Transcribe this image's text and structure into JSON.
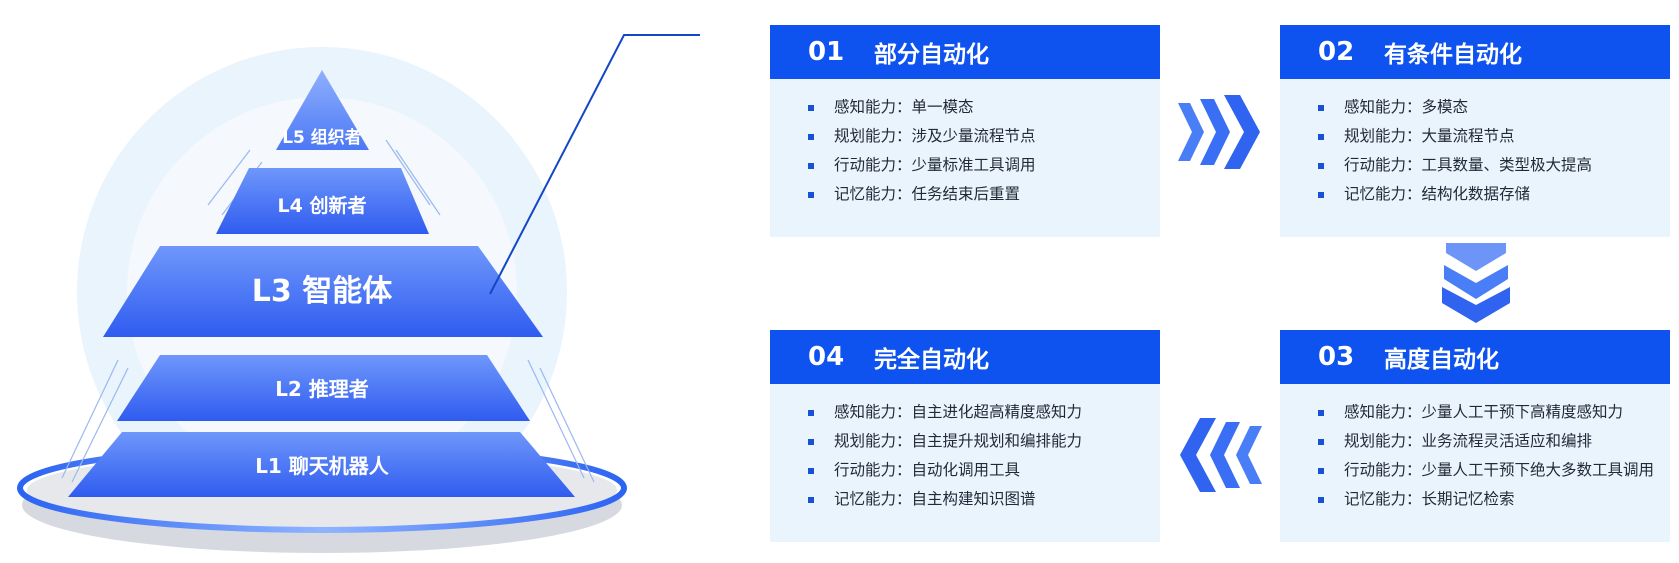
{
  "pyramid": {
    "levels": [
      {
        "label": "L5 组织者"
      },
      {
        "label": "L4 创新者"
      },
      {
        "label": "L3 智能体"
      },
      {
        "label": "L2 推理者"
      },
      {
        "label": "L1 聊天机器人"
      }
    ]
  },
  "stages": [
    {
      "num": "01",
      "title": "部分自动化",
      "items": [
        "感知能力：单一模态",
        "规划能力：涉及少量流程节点",
        "行动能力：少量标准工具调用",
        "记忆能力：任务结束后重置"
      ]
    },
    {
      "num": "02",
      "title": "有条件自动化",
      "items": [
        "感知能力：多模态",
        "规划能力：大量流程节点",
        "行动能力：工具数量、类型极大提高",
        "记忆能力：结构化数据存储"
      ]
    },
    {
      "num": "03",
      "title": "高度自动化",
      "items": [
        "感知能力：少量人工干预下高精度感知力",
        "规划能力：业务流程灵活适应和编排",
        "行动能力：少量人工干预下绝大多数工具调用",
        "记忆能力：长期记忆检索"
      ]
    },
    {
      "num": "04",
      "title": "完全自动化",
      "items": [
        "感知能力：自主进化超高精度感知力",
        "规划能力：自主提升规划和编排能力",
        "行动能力：自动化调用工具",
        "记忆能力：自主构建知识图谱"
      ]
    }
  ],
  "colors": {
    "accent": "#0e52f0",
    "card_bg": "#eaf4fd",
    "pyramid": "#3f6ff5"
  },
  "icons": {
    "flow_right": "chevron-right-icon",
    "flow_down": "chevron-down-icon",
    "flow_left": "chevron-left-icon"
  }
}
